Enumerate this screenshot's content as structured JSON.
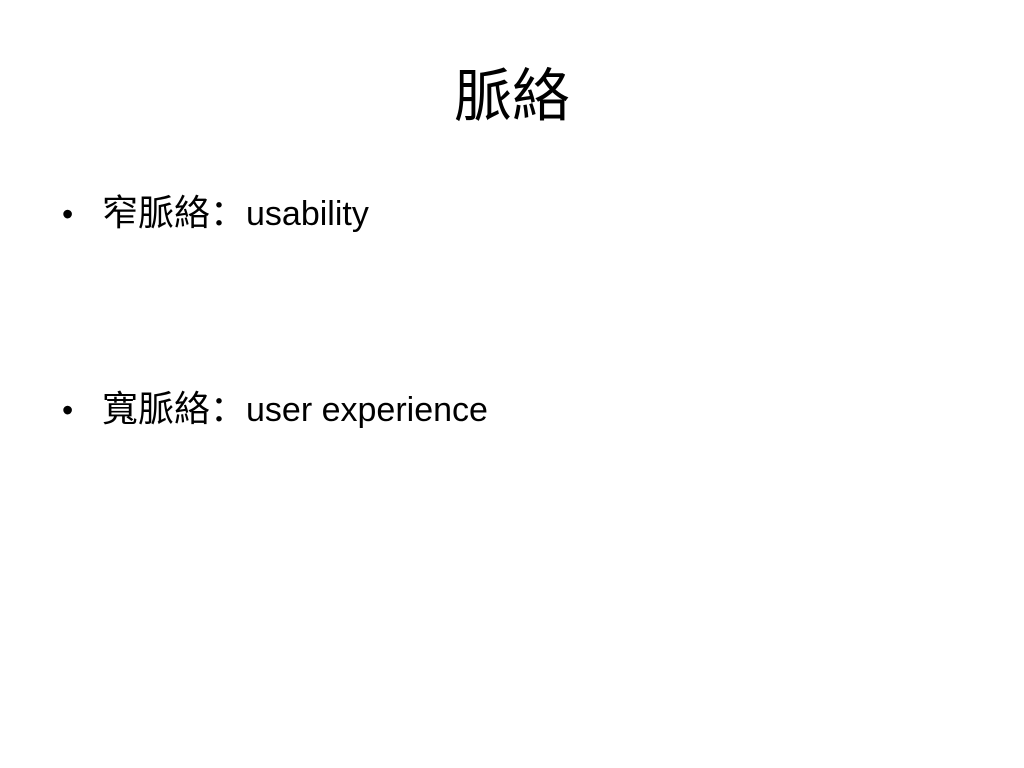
{
  "slide": {
    "title": "脈絡",
    "bullets": [
      {
        "marker": "•",
        "term": "窄脈絡：",
        "desc": "usability"
      },
      {
        "marker": "•",
        "term": "寬脈絡：",
        "desc": "user experience"
      }
    ]
  },
  "colors": {
    "background": "#ffffff",
    "text": "#000000"
  }
}
